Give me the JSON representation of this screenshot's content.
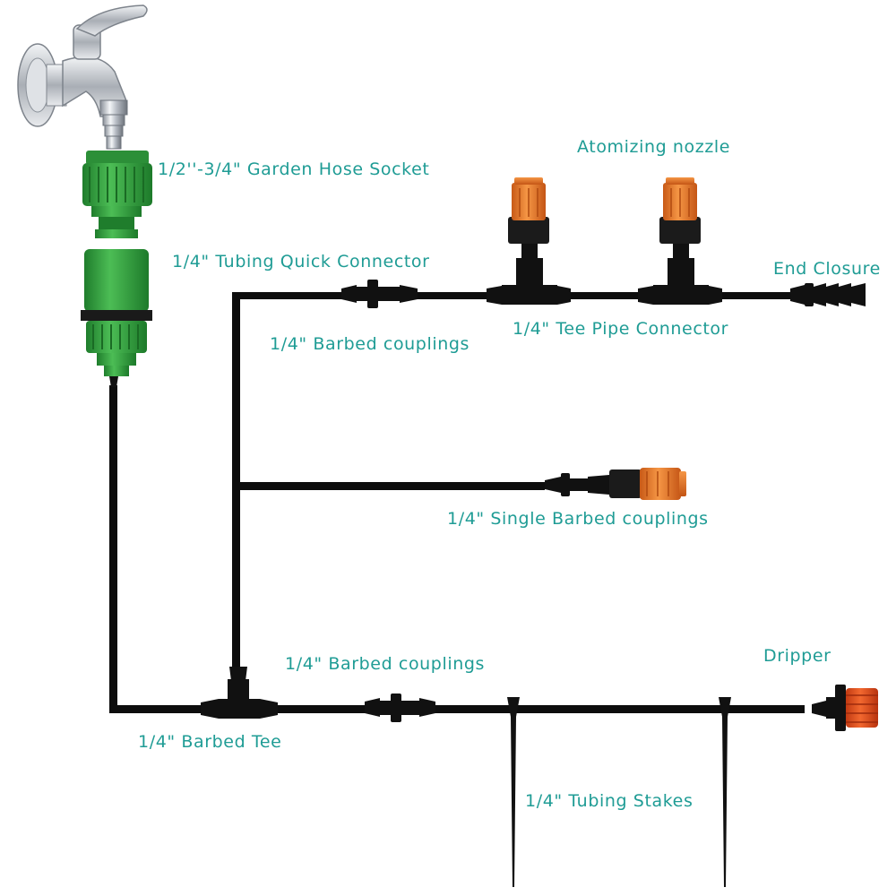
{
  "colors": {
    "label_text": "#1f9c95",
    "tubing": "#0d0d0d",
    "connector_green": "#2f9a3c",
    "nozzle_orange": "#e8782d",
    "dripper_red": "#e04a1f",
    "faucet_chrome": "#c9cdd3"
  },
  "labels": {
    "garden_hose_socket": "1/2''-3/4\" Garden Hose Socket",
    "tubing_quick_connector": "1/4\" Tubing Quick Connector",
    "atomizing_nozzle": "Atomizing nozzle",
    "end_closure": "End Closure",
    "barbed_couplings_top": "1/4\" Barbed couplings",
    "tee_pipe_connector": "1/4\" Tee Pipe Connector",
    "single_barbed_couplings": "1/4\" Single Barbed couplings",
    "barbed_couplings_bottom": "1/4\" Barbed couplings",
    "dripper": "Dripper",
    "barbed_tee": "1/4\" Barbed Tee",
    "tubing_stakes": "1/4\" Tubing Stakes"
  }
}
